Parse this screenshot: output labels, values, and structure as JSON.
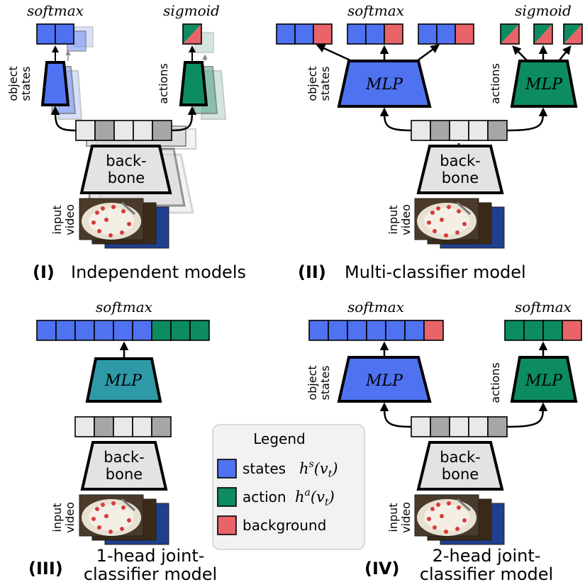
{
  "colors": {
    "states": "#4f72f0",
    "actions": "#0c8c60",
    "background": "#e86468",
    "joint_mlp": "#2e9aa8",
    "backbone_fill": "#e3e3e3",
    "feat_light": "#e9e9e9",
    "feat_dark": "#a6a6a6",
    "legend_bg": "#f2f2f2",
    "legend_border": "#cfcfcf"
  },
  "labels": {
    "softmax": "softmax",
    "sigmoid": "sigmoid",
    "mlp": "MLP",
    "backbone_line1": "back-",
    "backbone_line2": "bone",
    "object": "object",
    "states": "states",
    "actions": "actions",
    "input": "input",
    "video": "video"
  },
  "panels": {
    "p1": {
      "num": "(I)",
      "title": "Independent models"
    },
    "p2": {
      "num": "(II)",
      "title": "Multi-classifier model"
    },
    "p3": {
      "num": "(III)",
      "title_line1": "1-head joint-",
      "title_line2": "classifier model"
    },
    "p4": {
      "num": "(IV)",
      "title_line1": "2-head joint-",
      "title_line2": "classifier model"
    }
  },
  "legend": {
    "title": "Legend",
    "items": [
      {
        "key": "states",
        "label": "states",
        "math_base": "h",
        "math_sup": "s",
        "math_arg": "(v",
        "math_sub": "t",
        "math_close": ")"
      },
      {
        "key": "actions",
        "label": "action",
        "math_base": "h",
        "math_sup": "a",
        "math_arg": "(v",
        "math_sub": "t",
        "math_close": ")"
      },
      {
        "key": "background",
        "label": "background"
      }
    ]
  },
  "icons": [
    "input-video-thumbnail-icon",
    "legend-swatch-icon"
  ]
}
